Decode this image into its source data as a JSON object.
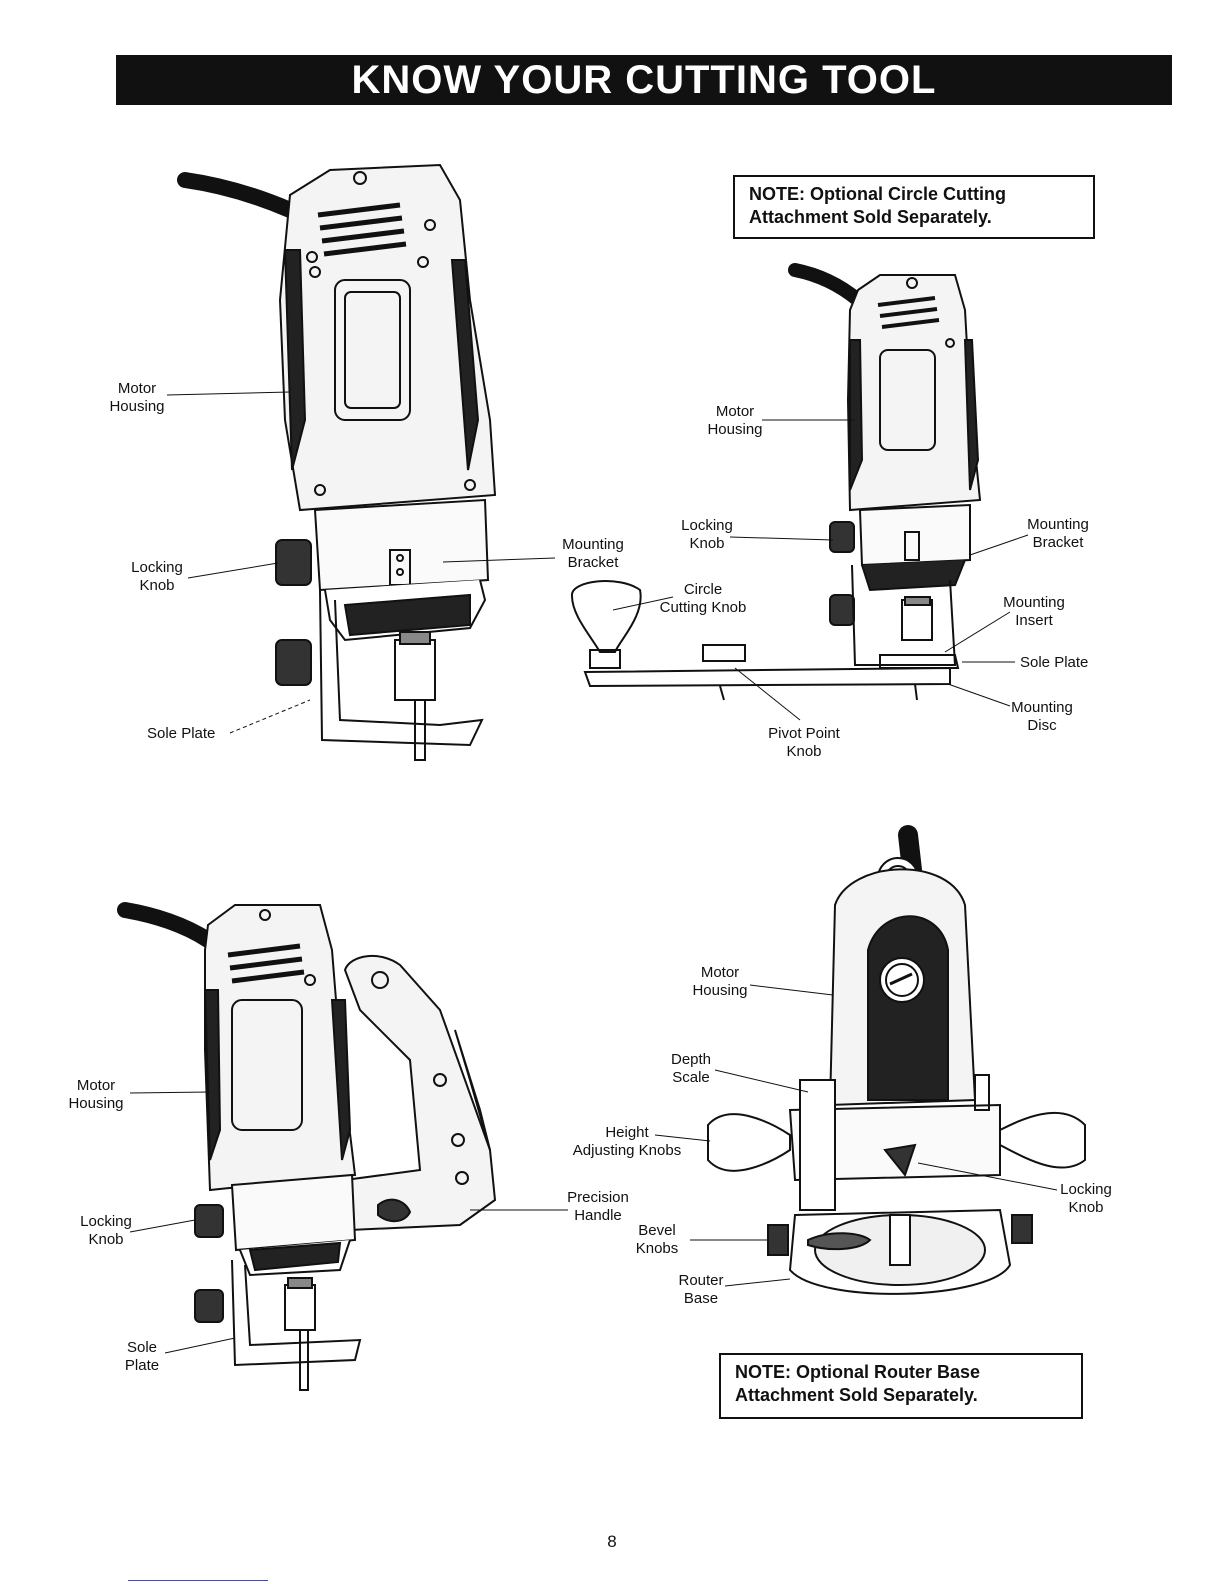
{
  "page": {
    "title": "KNOW YOUR CUTTING TOOL",
    "page_number": "8"
  },
  "notes": {
    "circle": [
      "NOTE: Optional Circle Cutting",
      "Attachment Sold Separately."
    ],
    "router": [
      "NOTE: Optional Router Base",
      "Attachment Sold Separately."
    ]
  },
  "labels": {
    "tl_motor_housing": [
      "Motor",
      "Housing"
    ],
    "tl_locking_knob": [
      "Locking",
      "Knob"
    ],
    "tl_sole_plate": "Sole Plate",
    "tl_mounting_bracket": [
      "Mounting",
      "Bracket"
    ],
    "tr_motor_housing": [
      "Motor",
      "Housing"
    ],
    "tr_locking_knob": [
      "Locking",
      "Knob"
    ],
    "tr_circle_cutting_knob": [
      "Circle",
      "Cutting Knob"
    ],
    "tr_pivot_point_knob": [
      "Pivot Point",
      "Knob"
    ],
    "tr_mounting_bracket": [
      "Mounting",
      "Bracket"
    ],
    "tr_mounting_insert": [
      "Mounting",
      "Insert"
    ],
    "tr_sole_plate": "Sole Plate",
    "tr_mounting_disc": [
      "Mounting",
      "Disc"
    ],
    "bl_motor_housing": [
      "Motor",
      "Housing"
    ],
    "bl_locking_knob": [
      "Locking",
      "Knob"
    ],
    "bl_sole_plate": [
      "Sole",
      "Plate"
    ],
    "bl_precision_handle": [
      "Precision",
      "Handle"
    ],
    "br_motor_housing": [
      "Motor",
      "Housing"
    ],
    "br_depth_scale": [
      "Depth",
      "Scale"
    ],
    "br_height_knobs": [
      "Height",
      "Adjusting Knobs"
    ],
    "br_bevel_knobs": [
      "Bevel",
      "Knobs"
    ],
    "br_router_base": [
      "Router",
      "Base"
    ],
    "br_locking_knob": [
      "Locking",
      "Knob"
    ]
  }
}
